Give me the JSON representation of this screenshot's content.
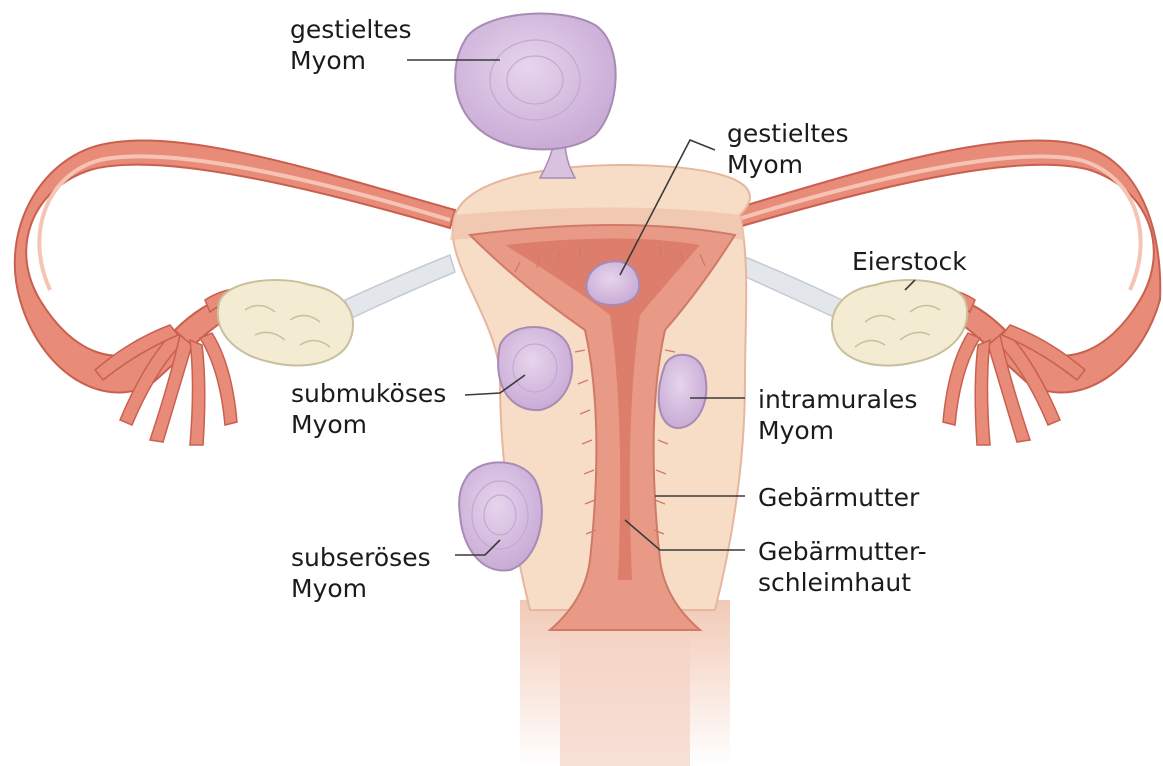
{
  "labels": {
    "pedunculated_top": {
      "line1": "gestieltes",
      "line2": "Myom"
    },
    "pedunculated_inner": {
      "line1": "gestieltes",
      "line2": "Myom"
    },
    "ovary": {
      "text": "Eierstock"
    },
    "submucous": {
      "line1": "submuköses",
      "line2": "Myom"
    },
    "intramural": {
      "line1": "intramurales",
      "line2": "Myom"
    },
    "uterus": {
      "text": "Gebärmutter"
    },
    "endometrium": {
      "line1": "Gebärmutter-",
      "line2": "schleimhaut"
    },
    "subserous": {
      "line1": "subseröses",
      "line2": "Myom"
    }
  },
  "colors": {
    "myometrium": "#f7dcc6",
    "tube": "#e88b78",
    "tube_dark": "#c9604f",
    "endometrium": "#e99a87",
    "myoma": "#d9c2e0",
    "myoma_outline": "#a88bb5",
    "ovary": "#f3ecd2",
    "ligament": "#e3e7ec",
    "leader_line": "#3a3a3a"
  }
}
